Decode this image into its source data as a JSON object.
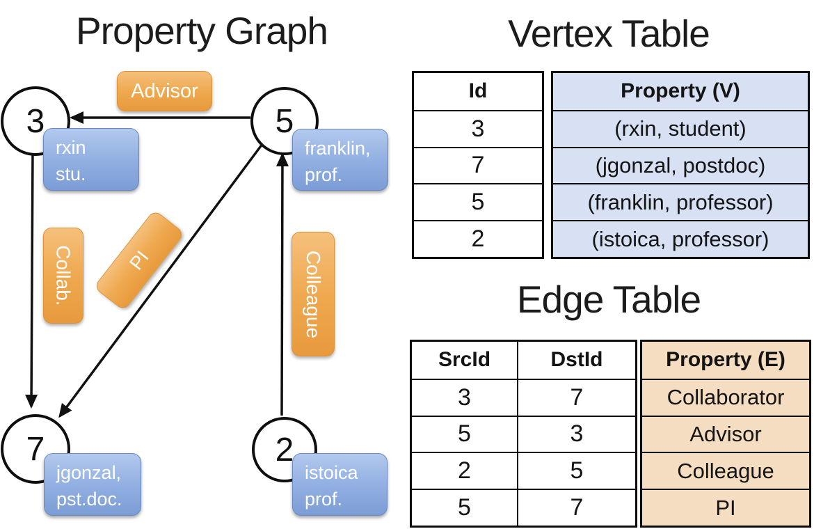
{
  "titles": {
    "graph": "Property Graph",
    "vertex_table": "Vertex Table",
    "edge_table": "Edge Table"
  },
  "colors": {
    "vertex_box_blue": "#8fafe0",
    "edge_box_orange": "#efa950",
    "vertex_table_fill": "#d8e1f3",
    "edge_table_fill": "#f5ddc1",
    "line_black": "#111111"
  },
  "graph": {
    "nodes": [
      {
        "id": "3",
        "label_line1": "rxin",
        "label_line2": "stu."
      },
      {
        "id": "5",
        "label_line1": "franklin,",
        "label_line2": "prof."
      },
      {
        "id": "7",
        "label_line1": "jgonzal,",
        "label_line2": "pst.doc."
      },
      {
        "id": "2",
        "label_line1": "istoica",
        "label_line2": "prof."
      }
    ],
    "edge_labels": [
      {
        "label": "Advisor"
      },
      {
        "label": "Collab."
      },
      {
        "label": "PI"
      },
      {
        "label": "Colleague"
      }
    ]
  },
  "vertex_table": {
    "headers": [
      "Id",
      "Property (V)"
    ],
    "rows": [
      [
        "3",
        "(rxin, student)"
      ],
      [
        "7",
        "(jgonzal, postdoc)"
      ],
      [
        "5",
        "(franklin, professor)"
      ],
      [
        "2",
        "(istoica, professor)"
      ]
    ]
  },
  "edge_table": {
    "headers": [
      "SrcId",
      "DstId",
      "Property (E)"
    ],
    "rows": [
      [
        "3",
        "7",
        "Collaborator"
      ],
      [
        "5",
        "3",
        "Advisor"
      ],
      [
        "2",
        "5",
        "Colleague"
      ],
      [
        "5",
        "7",
        "PI"
      ]
    ]
  }
}
